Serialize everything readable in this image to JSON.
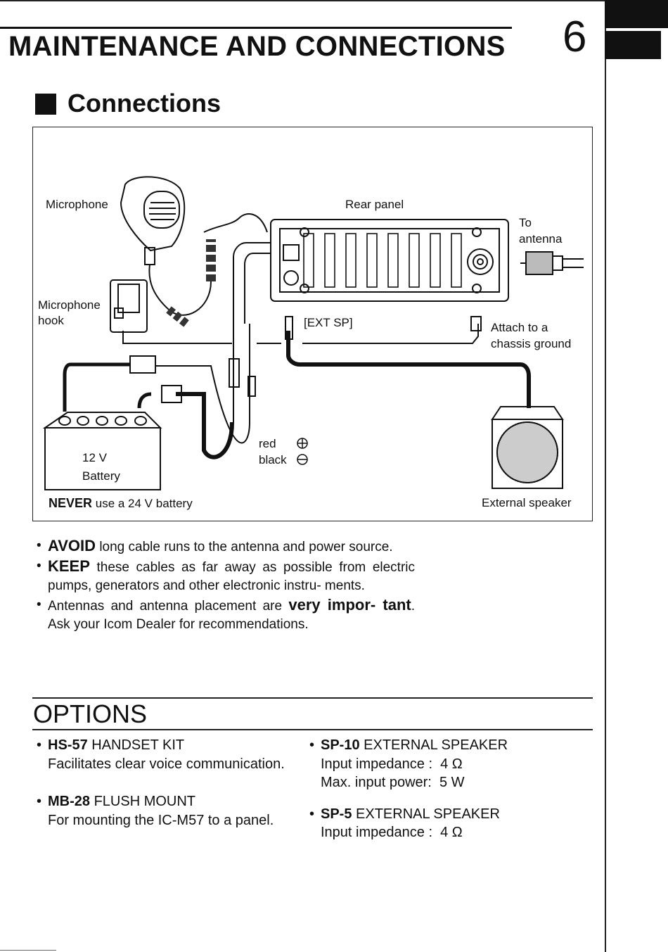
{
  "header": {
    "title": "MAINTENANCE AND CONNECTIONS",
    "chapter_number": "6"
  },
  "section": {
    "title": "Connections"
  },
  "diagram": {
    "labels": {
      "microphone": "Microphone",
      "rear_panel": "Rear panel",
      "to": "To",
      "antenna": "antenna",
      "microphone_hook_1": "Microphone",
      "microphone_hook_2": "hook",
      "ext_sp": "[EXT SP]",
      "attach_1": "Attach to a",
      "attach_2": "chassis ground",
      "red": "red",
      "black": "black",
      "voltage": "12 V",
      "battery": "Battery",
      "never_word": "NEVER",
      "never_rest": " use a 24 V battery",
      "external_speaker": "External speaker"
    }
  },
  "bullets": [
    {
      "keyword": "AVOID",
      "text": " long cable runs to the antenna and power source."
    },
    {
      "keyword": "KEEP",
      "text": " these cables as far away as possible from electric pumps, generators and other electronic instru- ments."
    },
    {
      "pre": "Antennas and antenna placement are ",
      "keyword": "very impor- tant",
      "text": ". Ask your Icom Dealer for recommendations."
    }
  ],
  "options": {
    "title": "OPTIONS",
    "left": [
      {
        "model": "HS-57",
        "name": " HANDSET KIT",
        "lines": [
          "Facilitates clear voice communication."
        ]
      },
      {
        "model": "MB-28",
        "name": " FLUSH MOUNT",
        "lines": [
          "For mounting the IC-M57 to a panel."
        ]
      }
    ],
    "right": [
      {
        "model": "SP-10",
        "name": " EXTERNAL SPEAKER",
        "lines": [
          "Input impedance :  4 Ω",
          "Max. input power:  5 W"
        ]
      },
      {
        "model": "SP-5",
        "name": " EXTERNAL SPEAKER",
        "lines": [
          "Input impedance :  4 Ω"
        ]
      }
    ]
  }
}
